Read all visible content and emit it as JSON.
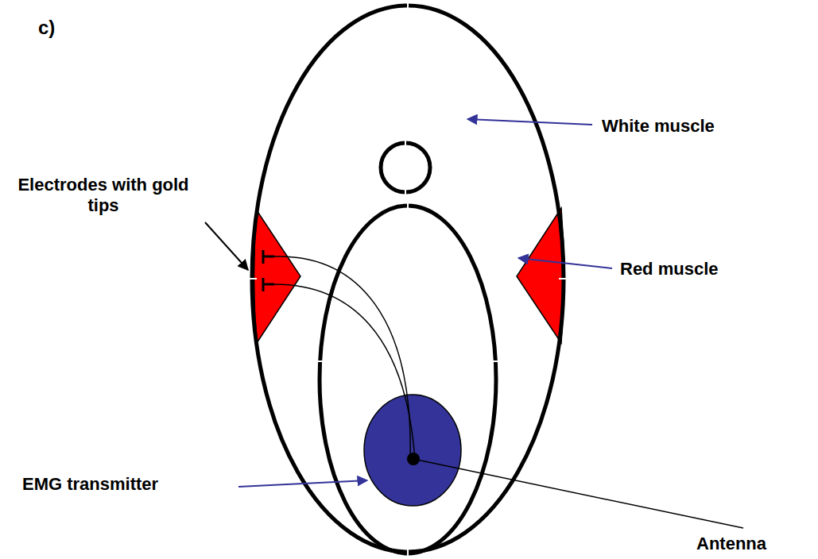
{
  "diagram": {
    "labels": [
      "c)",
      "White muscle",
      "Electrodes with gold tips",
      "Red muscle",
      "EMG transmitter",
      "Antenna"
    ]
  }
}
